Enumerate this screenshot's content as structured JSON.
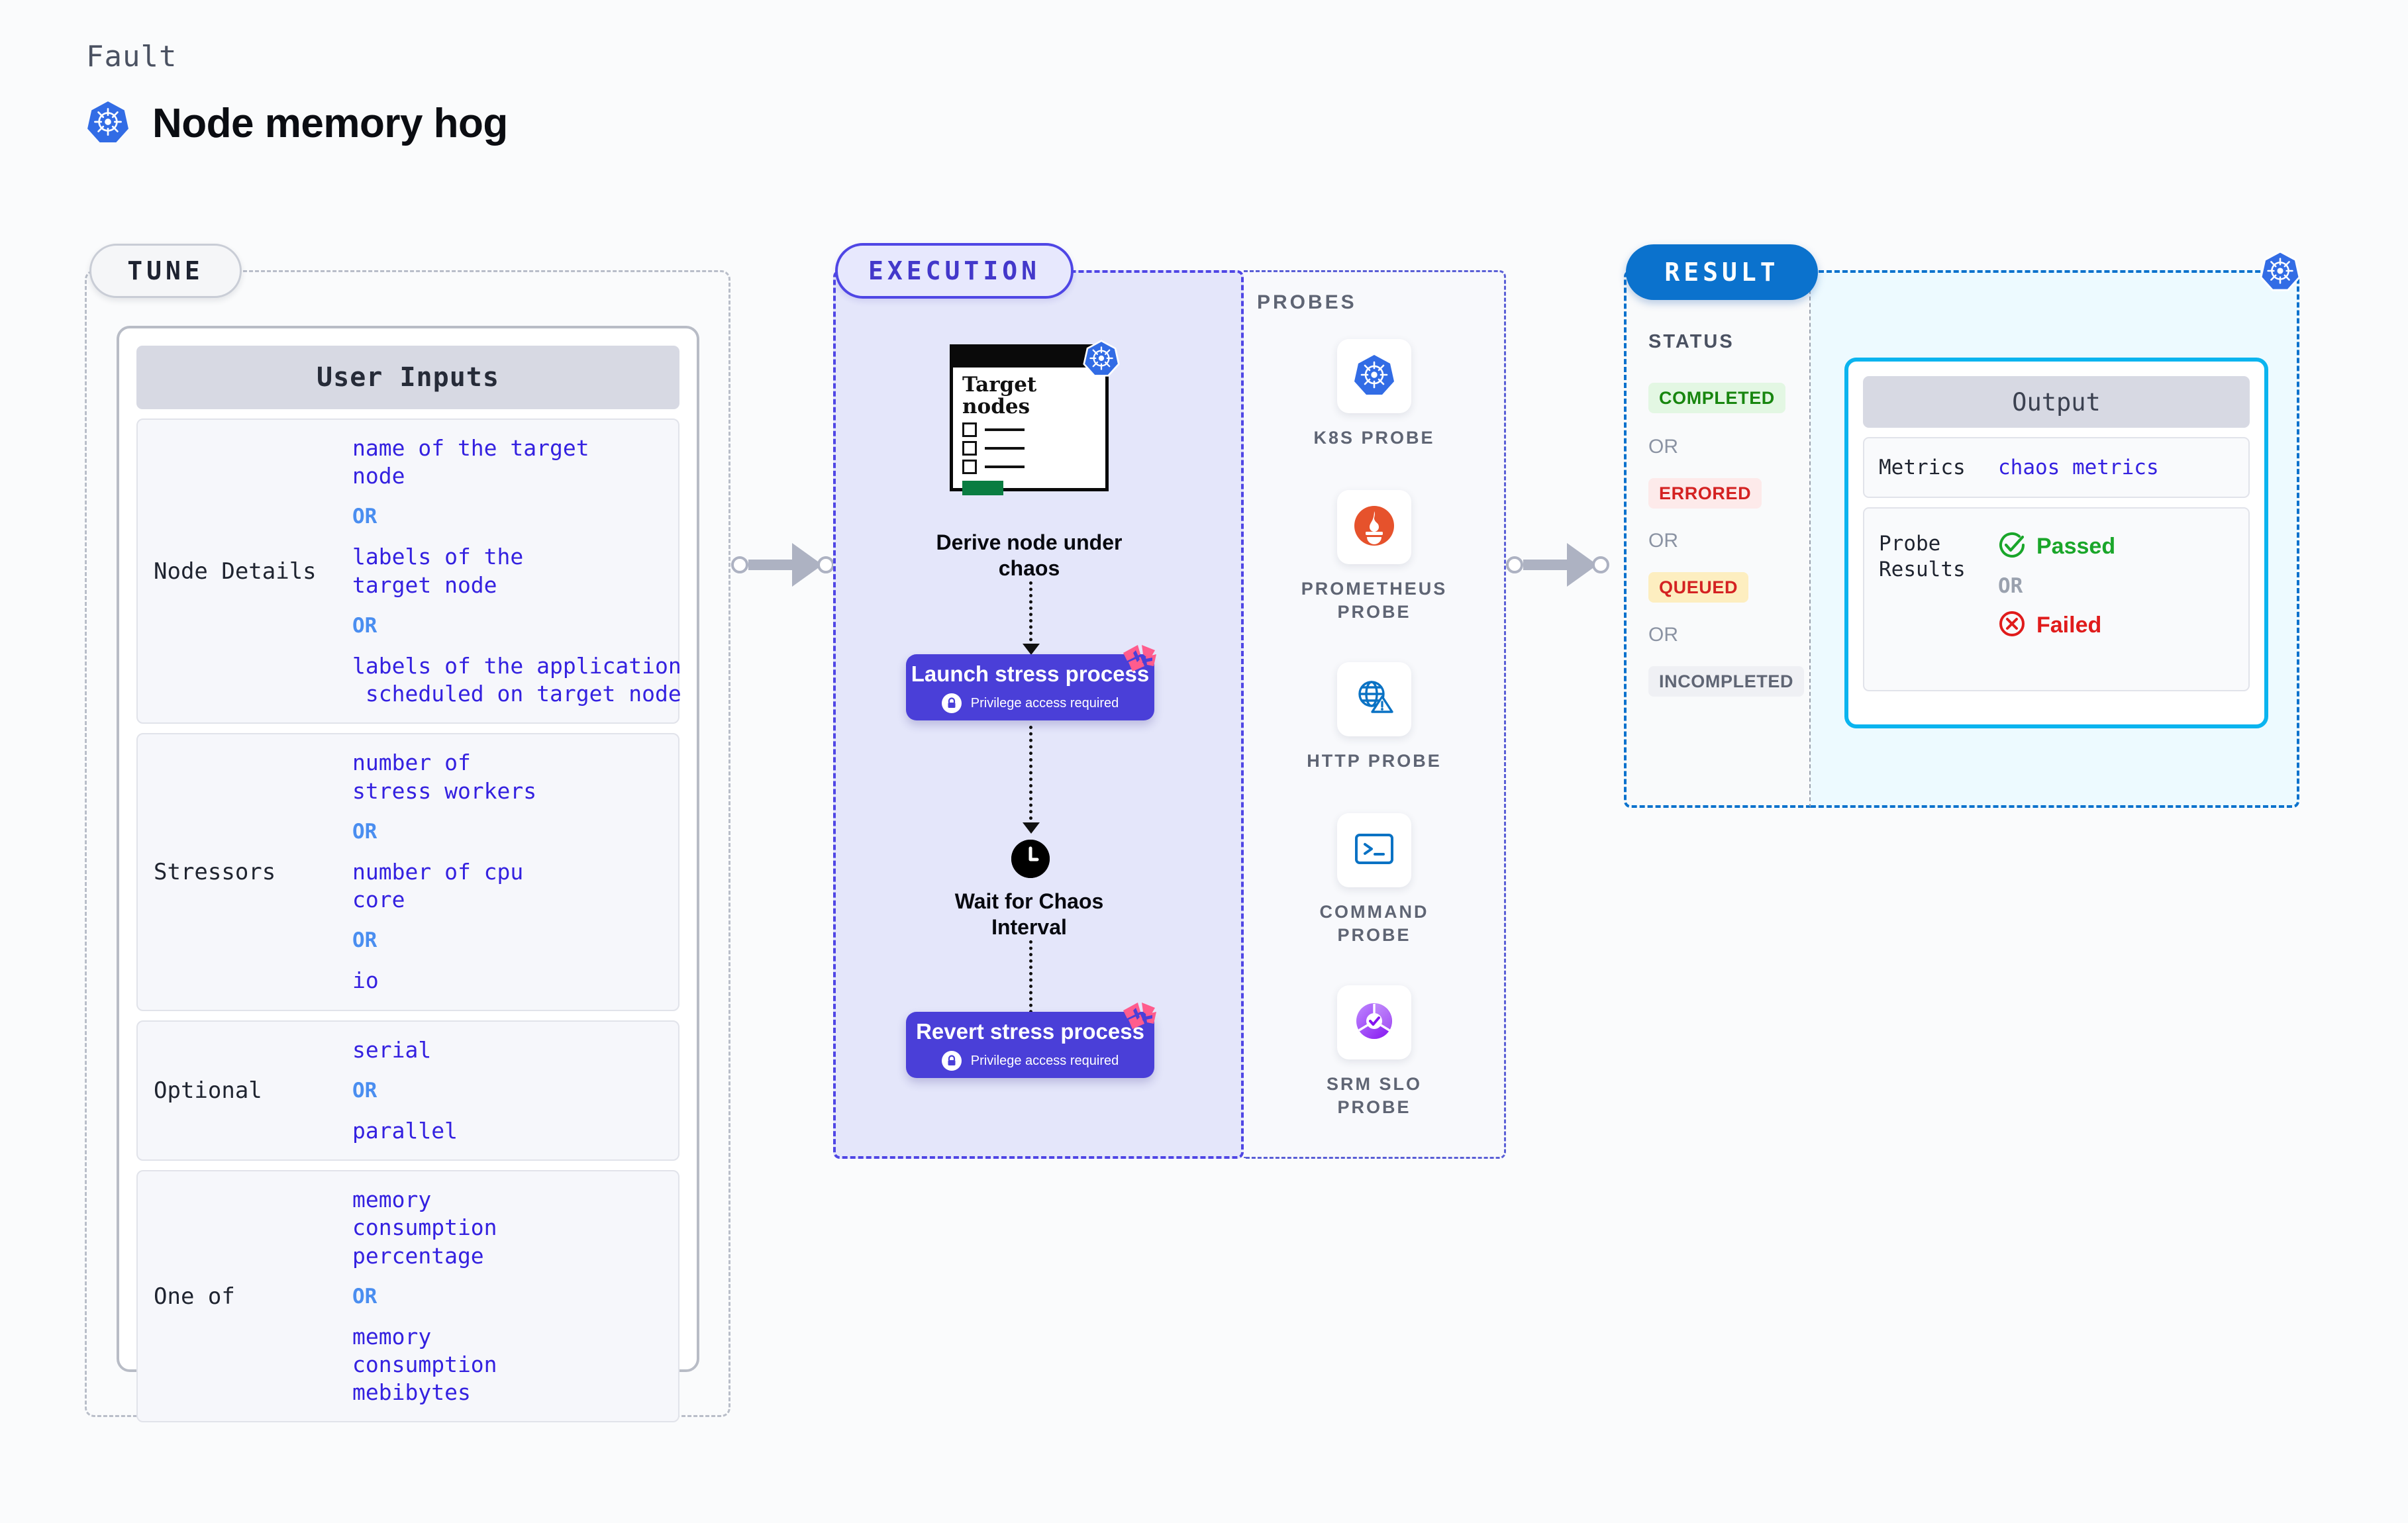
{
  "header": {
    "eyebrow": "Fault",
    "title": "Node memory hog",
    "icon": "kubernetes-icon"
  },
  "tune": {
    "pill_label": "TUNE",
    "card_title": "User Inputs",
    "rows": [
      {
        "key": "Node Details",
        "values": [
          "name of the target node",
          "labels of the target node",
          "labels of the application\n scheduled on target node"
        ],
        "separator": "OR"
      },
      {
        "key": "Stressors",
        "values": [
          "number of stress workers",
          "number of cpu core",
          "io"
        ],
        "separator": "OR"
      },
      {
        "key": "Optional",
        "values": [
          "serial",
          "parallel"
        ],
        "separator": "OR"
      },
      {
        "key": "One of",
        "values": [
          "memory consumption percentage",
          "memory consumption mebibytes"
        ],
        "separator": "OR"
      }
    ]
  },
  "execution": {
    "pill_label": "EXECUTION",
    "steps": [
      {
        "icon": "target-nodes-card-icon",
        "card_title": "Target nodes",
        "caption": "Derive node under chaos"
      },
      {
        "icon": "purple-card",
        "caption": "Launch stress process",
        "note": "Privilege access required",
        "note_icon": "lock-icon",
        "brand_icon": "harness-mark-icon"
      },
      {
        "icon": "clock-icon",
        "caption": "Wait for Chaos Interval"
      },
      {
        "icon": "purple-card",
        "caption": "Revert stress process",
        "note": "Privilege access required",
        "note_icon": "lock-icon",
        "brand_icon": "harness-mark-icon"
      }
    ]
  },
  "probes": {
    "section_label": "PROBES",
    "items": [
      {
        "label": "K8S PROBE",
        "icon": "kubernetes-icon"
      },
      {
        "label": "PROMETHEUS PROBE",
        "icon": "prometheus-icon"
      },
      {
        "label": "HTTP PROBE",
        "icon": "globe-warning-icon"
      },
      {
        "label": "COMMAND PROBE",
        "icon": "terminal-icon"
      },
      {
        "label": "SRM SLO PROBE",
        "icon": "slo-donut-check-icon"
      }
    ]
  },
  "result": {
    "pill_label": "RESULT",
    "status_label": "STATUS",
    "separator": "OR",
    "statuses": [
      {
        "label": "COMPLETED",
        "bg": "#e3f7e3",
        "fg": "#18860f"
      },
      {
        "label": "ERRORED",
        "bg": "#fdeaea",
        "fg": "#d42222"
      },
      {
        "label": "QUEUED",
        "bg": "#fdeec0",
        "fg": "#d42222"
      },
      {
        "label": "INCOMPLETED",
        "bg": "#eff0f4",
        "fg": "#5f6574"
      }
    ],
    "output": {
      "title": "Output",
      "rows": [
        {
          "key": "Metrics",
          "value": "chaos metrics"
        },
        {
          "key": "Probe Results",
          "pass": "Passed",
          "fail": "Failed",
          "separator": "OR"
        }
      ]
    },
    "corner_icon": "kubernetes-icon"
  },
  "colors": {
    "accent_purple": "#4a3fd8",
    "accent_blue": "#0b72cd",
    "accent_cyan": "#0bb4ef",
    "link_blue": "#3421e0",
    "or_blue": "#4a8ef0",
    "pass_green": "#1aa62a",
    "fail_red": "#e01b1b",
    "k8s_blue": "#326ce5",
    "harness_pink": "#ff5c8d"
  }
}
